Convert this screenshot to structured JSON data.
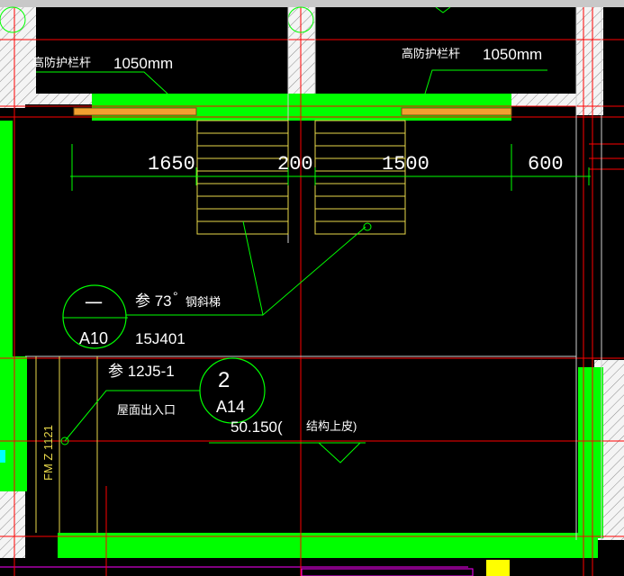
{
  "annotations": {
    "guardrail_left_label": "高防护栏杆",
    "guardrail_left_height": "1050mm",
    "guardrail_right_label": "高防护栏杆",
    "guardrail_right_height": "1050mm",
    "see_ref_1": "参 73",
    "degree": "°",
    "stair_type": "钢斜梯",
    "atlas_1": "15J401",
    "see_ref_2": "参 12J5-1",
    "roof_access": "屋面出入口",
    "elevation": "50.150(",
    "elevation_note": "结构上皮)",
    "door_code": "FM Z 1121"
  },
  "dimensions": [
    "1650",
    "200",
    "1500",
    "600"
  ],
  "callouts": [
    {
      "number": "一",
      "sheet": "A10"
    },
    {
      "number": "2",
      "sheet": "A14"
    }
  ],
  "colors": {
    "background": "#000000",
    "wall_fill": "#00ff00",
    "axis_line": "#ff0000",
    "stair_line": "#e8d84a",
    "dim_line": "#00ff00",
    "railing": "#f0a030",
    "text": "#ffffff",
    "hatch_wall": "#cfcfcf"
  }
}
